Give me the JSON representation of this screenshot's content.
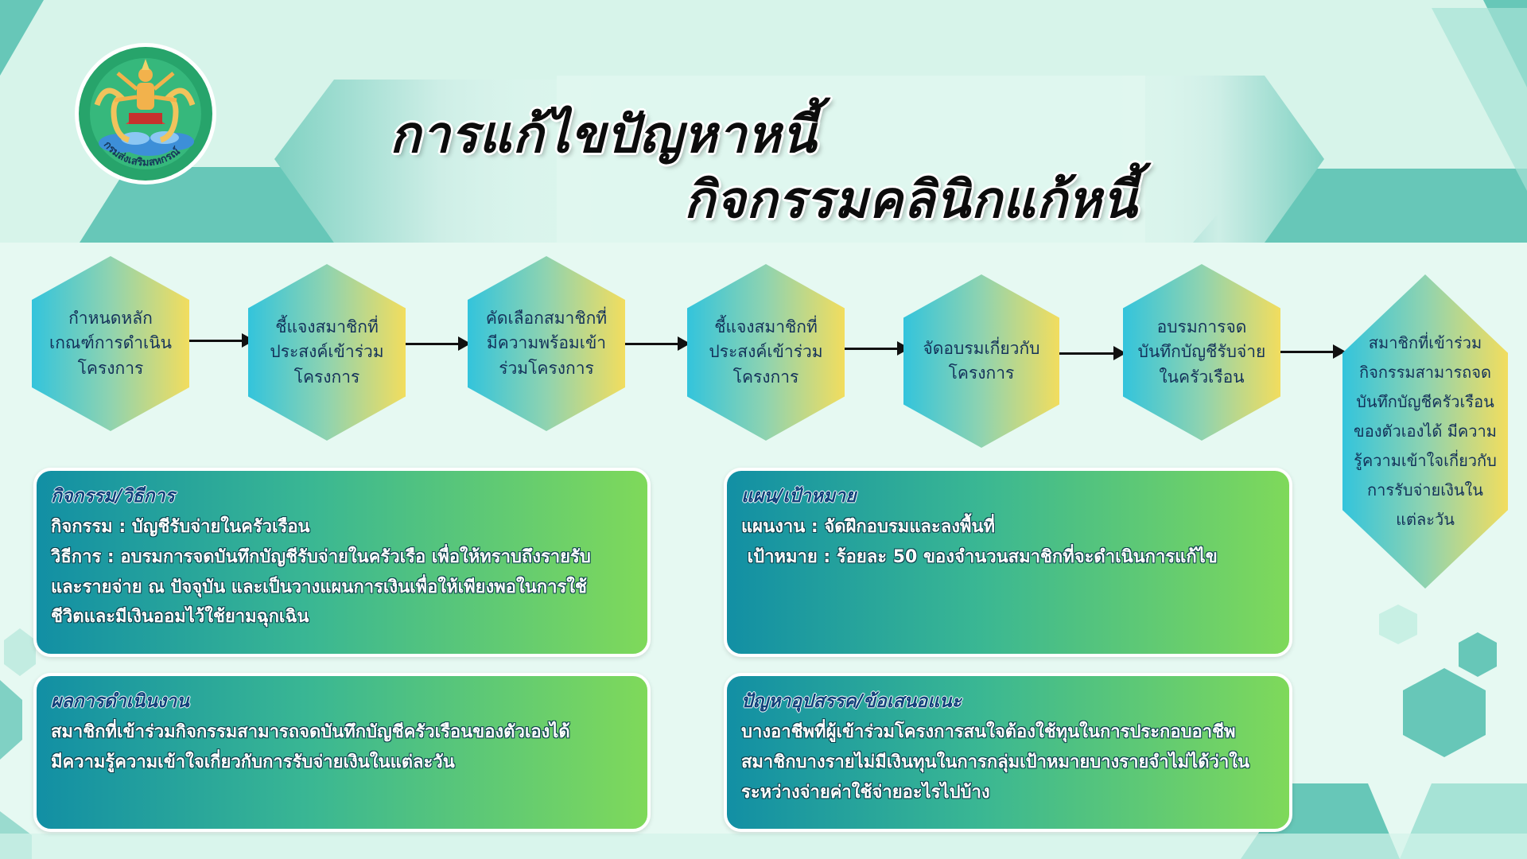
{
  "title": {
    "line1": "การแก้ไขปัญหาหนี้",
    "line2": "กิจกรรมคลินิกแก้หนี้"
  },
  "logo": {
    "text": "กรมส่งเสริมสหกรณ์",
    "icon": "deity-seal-icon"
  },
  "steps": [
    {
      "lines": [
        "กำหนดหลัก",
        "เกณฑ์การดำเนิน",
        "โครงการ"
      ]
    },
    {
      "lines": [
        "ชี้แจงสมาชิกที่",
        "ประสงค์เข้าร่วม",
        "โครงการ"
      ]
    },
    {
      "lines": [
        "คัดเลือกสมาชิกที่",
        "มีความพร้อมเข้า",
        "ร่วมโครงการ"
      ]
    },
    {
      "lines": [
        "ชี้แจงสมาชิกที่",
        "ประสงค์เข้าร่วม",
        "โครงการ"
      ]
    },
    {
      "lines": [
        "จัดอบรมเกี่ยวกับ",
        "โครงการ"
      ]
    },
    {
      "lines": [
        "อบรมการจด",
        "บันทึกบัญชีรับจ่าย",
        "ในครัวเรือน"
      ]
    },
    {
      "lines": [
        "สมาชิกที่เข้าร่วม",
        "กิจกรรมสามารถจด",
        "บันทึกบัญชีครัวเรือน",
        "ของตัวเองได้ มีความ",
        "รู้ความเข้าใจเกี่ยวกับ",
        "การรับจ่ายเงินใน",
        "แต่ละวัน"
      ]
    }
  ],
  "panels": {
    "activity": {
      "heading": "กิจกรรม/วิธีการ",
      "lines": [
        "กิจกรรม : บัญชีรับจ่ายในครัวเรือน",
        "วิธีการ : อบรมการจดบันทึกบัญชีรับจ่ายในครัวเรือ เพื่อให้ทราบถึงรายรับ",
        "และรายจ่าย ณ ปัจจุบัน และเป็นวางแผนการเงินเพื่อให้เพียงพอในการใช้",
        "ชีวิตและมีเงินออมไว้ใช้ยามฉุกเฉิน"
      ]
    },
    "plan": {
      "heading": "แผน/เป้าหมาย",
      "lines": [
        "แผนงาน : จัดฝึกอบรมและลงพื้นที่",
        " เป้าหมาย : ร้อยละ 50 ของจำนวนสมาชิกที่จะดำเนินการแก้ไข"
      ]
    },
    "result": {
      "heading": "ผลการดำเนินงาน",
      "lines": [
        "สมาชิกที่เข้าร่วมกิจกรรมสามารถจดบันทึกบัญชีครัวเรือนของตัวเองได้",
        "มีความรู้ความเข้าใจเกี่ยวกับการรับจ่ายเงินในแต่ละวัน"
      ]
    },
    "problems": {
      "heading": "ปัญหาอุปสรรค/ข้อเสนอแนะ",
      "lines": [
        "บางอาชีพที่ผู้เข้าร่วมโครงการสนใจต้องใช้ทุนในการประกอบอาชีพ",
        "สมาชิกบางรายไม่มีเงินทุนในการกลุ่มเป้าหมายบางรายจำไม่ได้ว่าใน",
        "ระหว่างจ่ายค่าใช้จ่ายอะไรไปบ้าง"
      ]
    }
  },
  "colors": {
    "background": "#e3f8f0",
    "teal": "#67c7b8",
    "hex_left": "#33c4dc",
    "hex_right": "#f2dd5e",
    "panel_left": "#128fa4",
    "panel_right": "#7fd95a",
    "heading": "#10407a"
  }
}
